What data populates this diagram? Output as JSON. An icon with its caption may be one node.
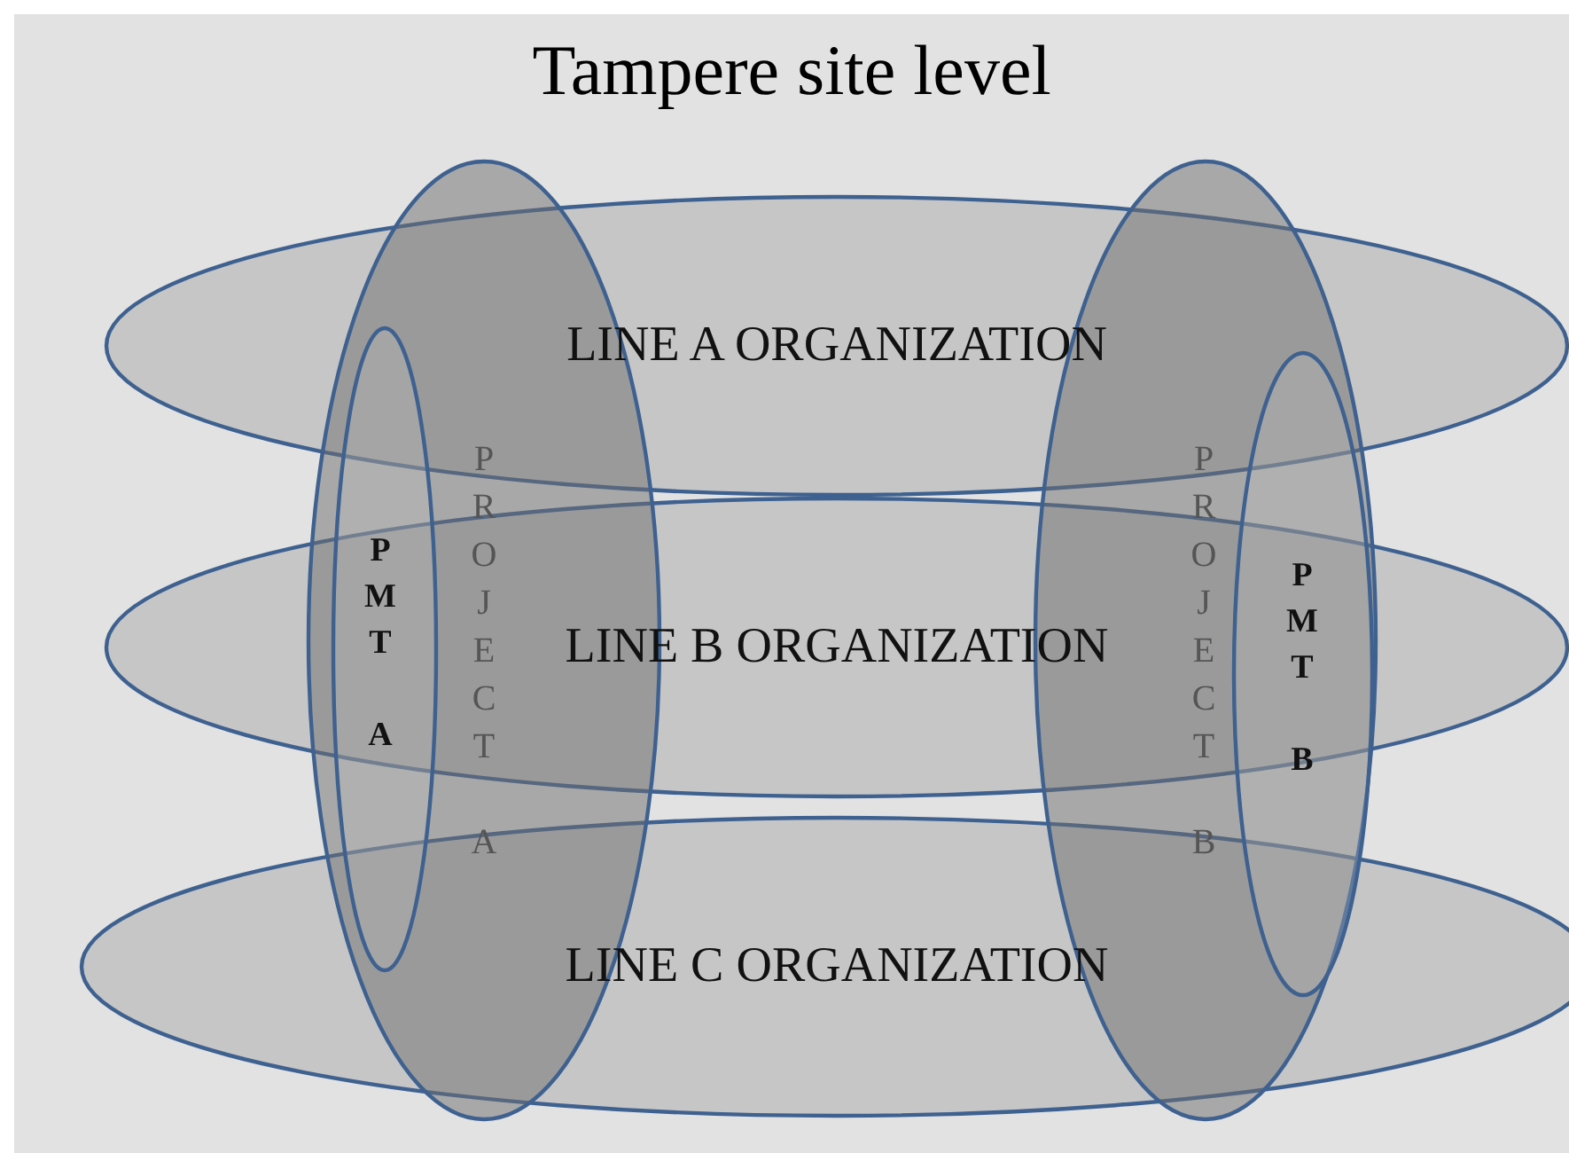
{
  "diagram": {
    "nodes": [
      {
        "text": [
          "Tampere site level"
        ]
      },
      {
        "text": [
          "LINE A ORGANIZATION"
        ],
        "in": 0
      },
      {
        "text": [
          "LINE B ORGANIZATION"
        ],
        "in": 0
      },
      {
        "text": [
          "LINE C ORGANIZATION"
        ],
        "in": 0
      },
      {
        "text": [
          "PROJECT A"
        ],
        "in": 0
      },
      {
        "text": [
          "PMT A"
        ],
        "in": 4
      },
      {
        "text": [
          "PROJECT B"
        ],
        "in": 0
      },
      {
        "text": [
          "PMT B"
        ],
        "in": 6
      }
    ]
  }
}
